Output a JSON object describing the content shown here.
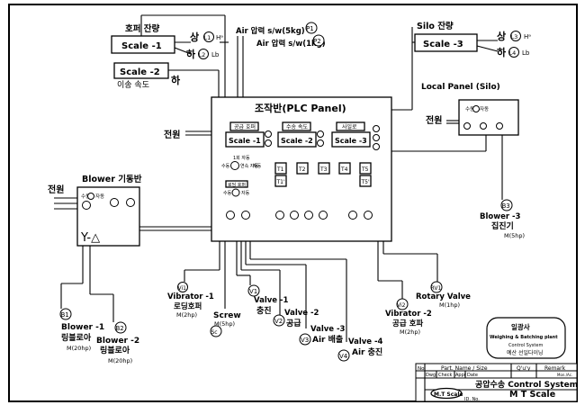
{
  "scale1": {
    "name": "호퍼 잔량",
    "label": "Scale  -1",
    "hi": "상",
    "hi_tag": "L1",
    "hi_unit": "Hᵃ",
    "lo": "하",
    "lo_tag": "L2",
    "lo_unit": "Lb"
  },
  "scale2": {
    "label": "Scale  -2",
    "caption": "이송 속도",
    "suffix": "하"
  },
  "air": {
    "p1_text": "Air 압력 s/w(5kg)",
    "p1_tag": "P1",
    "p2_text": "Air 압력 s/w(1kg)",
    "p2_tag": "P2"
  },
  "silo": {
    "name": "Silo 잔량",
    "label": "Scale  -3",
    "hi": "상",
    "hi_tag": "L3",
    "hi_unit": "Hᵃ",
    "lo": "하",
    "lo_tag": "L4",
    "lo_unit": "Lb"
  },
  "local_panel": {
    "title": "Local Panel (Silo)",
    "power": "전원",
    "sw1": "수동",
    "sw2": "자동"
  },
  "plc": {
    "title": "조작반(PLC Panel)",
    "power": "전원",
    "meters": [
      {
        "header": "공급 호퍼",
        "label": "Scale  -1"
      },
      {
        "header": "수송 속도",
        "label": "Scale  -2"
      },
      {
        "header": "사일로",
        "label": "Scale  -3"
      }
    ],
    "mode_a": "수동",
    "mode_b": "자동",
    "mode_top": "1회 자동",
    "mode_bot": "연속 자동",
    "sw2_top": "로딩 호퍼",
    "timers": [
      "T1",
      "T2",
      "T3",
      "T4",
      "T5"
    ],
    "timers2": [
      "T1'",
      "T5'"
    ]
  },
  "blower_panel": {
    "title": "Blower 기동반",
    "power": "전원",
    "sw1": "수동",
    "sw2": "자동",
    "starter": "Y-△"
  },
  "devices": {
    "b1": {
      "tag": "B1",
      "name": "Blower  -1",
      "kname": "링블로아",
      "rating": "M(20hp)"
    },
    "b2": {
      "tag": "B2",
      "name": "Blower  -2",
      "kname": "링블로아",
      "rating": "M(20hp)"
    },
    "vi1": {
      "tag": "Vi1",
      "name": "Vibrator  -1",
      "kname": "로딩호퍼",
      "rating": "M(2hp)"
    },
    "screw": {
      "tag": "Sc",
      "name": "Screw",
      "rating": "M(5hp)"
    },
    "v1": {
      "tag": "V1",
      "name": "Valve  -1",
      "kname": "충진"
    },
    "v2": {
      "tag": "V2",
      "kname": "공급",
      "name": "Valve  -2"
    },
    "v3": {
      "tag": "V3",
      "name": "Valve  -3",
      "kname": "Air 배출"
    },
    "v4": {
      "tag": "V4",
      "name": "Valve  -4",
      "kname": "Air 충진"
    },
    "vi2": {
      "tag": "Vi2",
      "name": "Vibrator  -2",
      "kname": "공급 호파",
      "rating": "M(2hp)"
    },
    "rv1": {
      "tag": "RV1",
      "name": "Rotary  Valve",
      "rating": "M(1hp)"
    },
    "b3": {
      "tag": "B3",
      "name": "Blower  -3",
      "kname": "집진기",
      "rating": "M(5hp)"
    }
  },
  "stamp": {
    "l1": "일광사",
    "l2": "Weighing & Batching plant",
    "l3": "Control System",
    "l4": "예산 선일다이닝"
  },
  "titleblock": {
    "c_no": "No.",
    "c_part": "Part. Name / Size",
    "c_qty": "Q'u'y",
    "c_remark": "Remark",
    "c_dwg": "Dwg",
    "c_check": "Check",
    "c_appr": "Appr",
    "c_date": "Date",
    "small_note": "Mon./Ac.",
    "title": "공압수송 Control System",
    "subtitle": "M  T  Scale",
    "logo": "M.T Scale",
    "idno": "ID. No."
  }
}
